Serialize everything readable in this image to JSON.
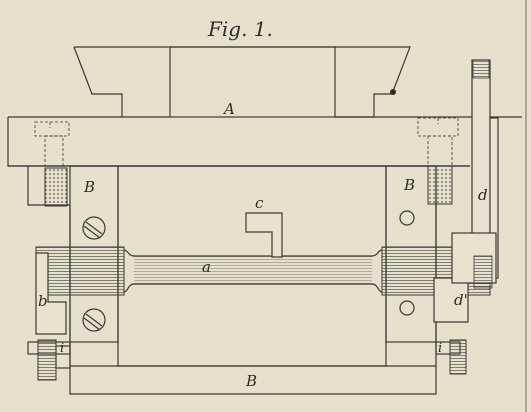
{
  "figure": {
    "title": "Fig. 1.",
    "labels": {
      "A": "A",
      "B_left": "B",
      "B_right": "B",
      "B_bottom": "B",
      "a": "a",
      "b": "b",
      "c": "c",
      "d": "d",
      "d_prime": "d'",
      "i_left": "i",
      "i_right": "i"
    }
  }
}
